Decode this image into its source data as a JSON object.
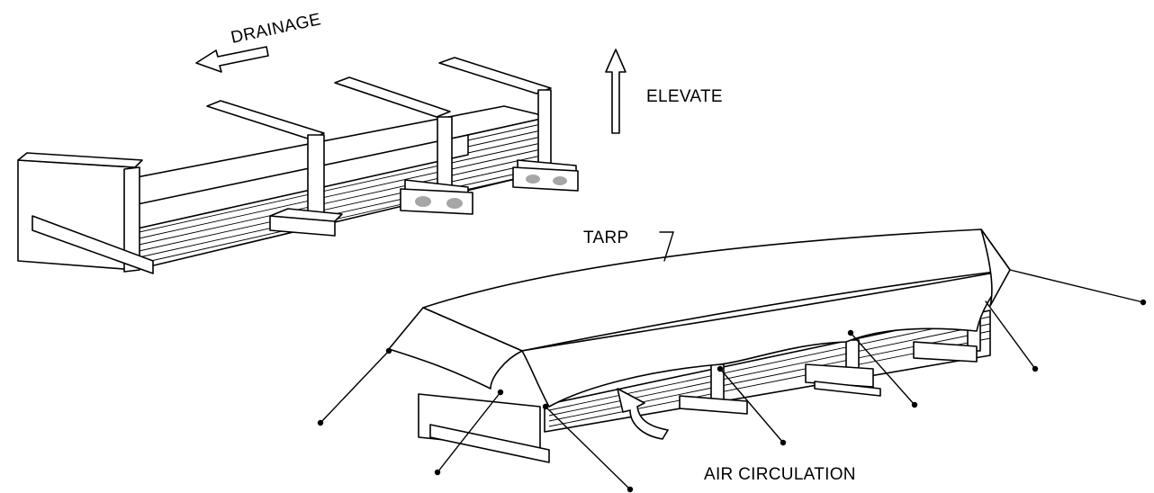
{
  "labels": {
    "drainage": "DRAINAGE",
    "elevate": "ELEVATE",
    "tarp": "TARP",
    "air_circulation": "AIR CIRCULATION"
  },
  "icons": {
    "drainage_arrow": "left-arrow-icon",
    "elevate_arrow": "up-arrow-icon",
    "air_arrow": "curved-arrow-icon"
  }
}
